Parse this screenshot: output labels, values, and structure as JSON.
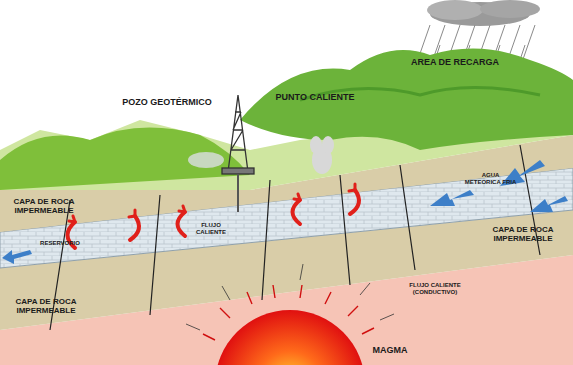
{
  "diagram": {
    "labels": [
      "AREA DE RECARGA",
      "PUNTO CALIENTE",
      "POZO GEOTÉRMICO",
      "CAPA DE ROCA IMPERMEABLE",
      "AGUA METEORICA FRIA",
      "CAPA DE ROCA IMPERMEABLE",
      "FLUJO CALIENTE",
      "RESERVORIO",
      "FLUJO CALIENTE (CONDUCTIVO)",
      "CAPA DE ROCA IMPERMEABLE",
      "MAGMA"
    ]
  }
}
